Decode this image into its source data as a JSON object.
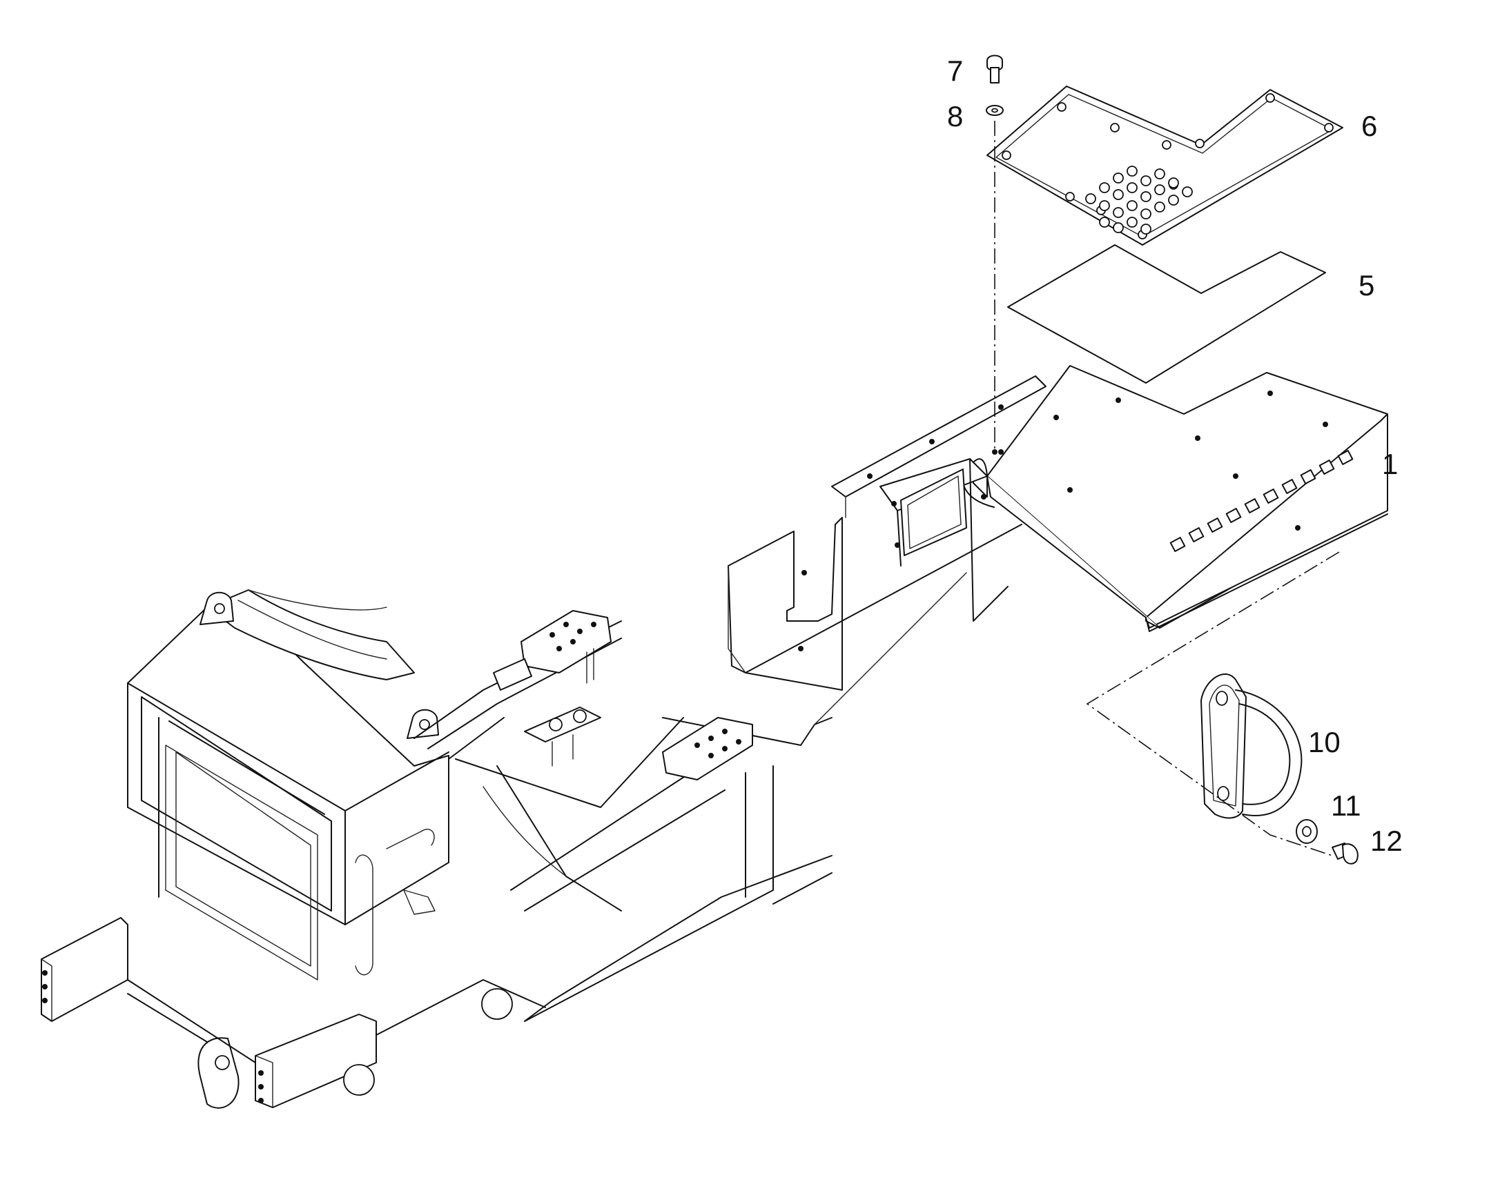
{
  "diagram": {
    "callouts": [
      {
        "id": "1",
        "label": "1"
      },
      {
        "id": "5",
        "label": "5"
      },
      {
        "id": "6",
        "label": "6"
      },
      {
        "id": "7",
        "label": "7"
      },
      {
        "id": "8",
        "label": "8"
      },
      {
        "id": "10",
        "label": "10"
      },
      {
        "id": "11",
        "label": "11"
      },
      {
        "id": "12",
        "label": "12"
      }
    ]
  }
}
